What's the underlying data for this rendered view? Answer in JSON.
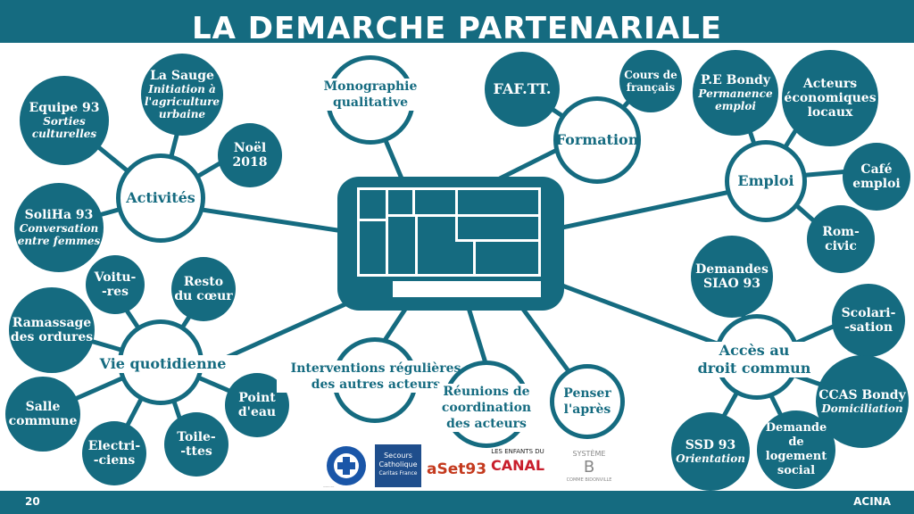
{
  "header": {
    "title": "LA DEMARCHE PARTENARIALE"
  },
  "footer": {
    "page_number": "20",
    "right_text": "ACINA"
  },
  "hubs": {
    "activites": "Activités",
    "vie": "Vie quotidienne",
    "formation": "Formation",
    "emploi": "Emploi",
    "acces_line1": "Accès au",
    "acces_line2": "droit commun"
  },
  "top_labels": {
    "monographie_line1": "Monographie",
    "monographie_line2": "qualitative"
  },
  "bottom_labels": {
    "interventions_line1": "Interventions régulières",
    "interventions_line2": "des autres acteurs",
    "reunions_line1": "Réunions de",
    "reunions_line2": "coordination",
    "reunions_line3": "des acteurs",
    "penser_line1": "Penser",
    "penser_line2": "l'après"
  },
  "nodes": {
    "lasauge": {
      "l1": "La Sauge",
      "l2a": "Initiation à",
      "l2b": "l'agriculture",
      "l2c": "urbaine"
    },
    "equipe93": {
      "l1": "Equipe 93",
      "l2a": "Sorties",
      "l2b": "culturelles"
    },
    "noel": {
      "l1": "Noël",
      "l2": "2018"
    },
    "soliha": {
      "l1": "SoliHa 93",
      "l2a": "Conversation",
      "l2b": "entre femmes"
    },
    "voitures": {
      "l1": "Voitu-",
      "l2": "-res"
    },
    "resto": {
      "l1": "Resto",
      "l2": "du cœur"
    },
    "ramassage": {
      "l1": "Ramassage",
      "l2": "des ordures"
    },
    "salle": {
      "l1": "Salle",
      "l2": "commune"
    },
    "electriciens": {
      "l1": "Electri-",
      "l2": "-ciens"
    },
    "toilettes": {
      "l1": "Toile-",
      "l2": "-ttes"
    },
    "point": {
      "l1": "Point",
      "l2": "d'eau"
    },
    "faftt": {
      "l1": "FAF.TT."
    },
    "cours": {
      "l1": "Cours de",
      "l2": "français"
    },
    "pebondy": {
      "l1": "P.E Bondy",
      "l2a": "Permanence",
      "l2b": "emploi"
    },
    "acteurs": {
      "l1": "Acteurs",
      "l2": "économiques",
      "l3": "locaux"
    },
    "cafe": {
      "l1": "Café",
      "l2": "emploi"
    },
    "rom": {
      "l1": "Rom-",
      "l2": "civic"
    },
    "siao": {
      "l1": "Demandes",
      "l2": "SIAO 93"
    },
    "scolari": {
      "l1": "Scolari-",
      "l2": "-sation"
    },
    "ccas": {
      "l1": "CCAS Bondy",
      "l2": "Domiciliation"
    },
    "ssd": {
      "l1": "SSD 93",
      "l2": "Orientation"
    },
    "logement": {
      "l1": "Demande",
      "l2": "de logement",
      "l3": "social"
    }
  },
  "logos": {
    "mdm": "MÉDECINS DU MONDE",
    "secours_1": "Secours",
    "secours_2": "Catholique",
    "secours_3": "Caritas France",
    "aset": "aSet93",
    "enfants_1": "LES ENFANTS DU",
    "enfants_2": "CANAL",
    "systeme_1": "SYSTÈME",
    "systeme_2": "B",
    "systeme_3": "COMME BIDONVILLE"
  },
  "colors": {
    "primary": "#156b80",
    "background": "#ffffff"
  }
}
